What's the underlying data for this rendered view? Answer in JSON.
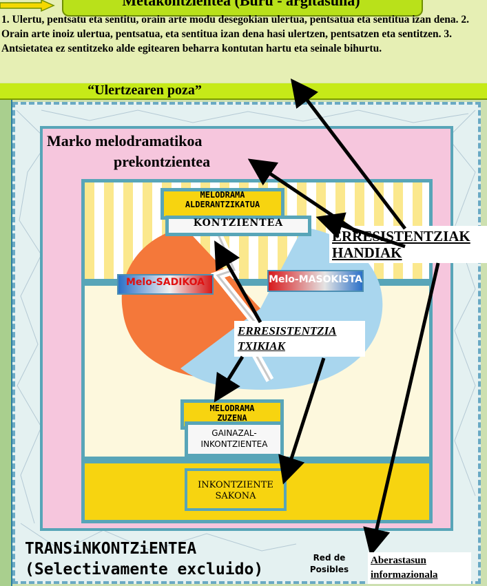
{
  "header": {
    "title": "Metakontzientea (Buru - argitasuna)",
    "description": "1. Ulertu, pentsatu eta sentitu, orain arte modu desegokian ulertua, pentsatua eta sentitua izan dena. 2. Orain arte inoiz ulertua, pentsatua, eta sentitua izan dena hasi ulertzen, pentsatzen eta sentitzen. 3. Antsietatea ez sentitzeko alde egitearen beharra kontutan hartu eta seinale bihurtu."
  },
  "pose_label": "“Ulertzearen poza”",
  "layers": {
    "marko_line1": "Marko melodramatikoa",
    "marko_line2": "prekontzientea",
    "mel_top_line1": "MELODRAMA",
    "mel_top_line2": "ALDERANTZIKATUA",
    "kontzientea": "KONTZIENTEA",
    "zuzena_line1": "MELODRAMA",
    "zuzena_line2": "ZUZENA",
    "gain_line1": "GAINAZAL-",
    "gain_line2": "INKONTZIENTEA",
    "ink_line1": "INKONTZIENTE",
    "ink_line2": "SAKONA"
  },
  "melo": {
    "sadikoa": "Melo-SADIKOA",
    "masokista": "Melo-MASOKISTA"
  },
  "resistances": {
    "small_line1": "ERRESISTENTZIA",
    "small_line2": "TXIKIAK",
    "big_line1": "ERRESISTENTZIAK",
    "big_line2": "HANDIAK"
  },
  "footer": {
    "trans_line1": "TRANSiNKONTZiENTEA",
    "trans_line2": "(Selectivamente excluido)",
    "red_line1": "Red de",
    "red_line2": "Posibles",
    "aber_line1": "Aberastasun",
    "aber_line2": "informazionala"
  },
  "colors": {
    "title_green": "#b9e11a",
    "pink": "#f6c6dd",
    "teal_border": "#58a5b8",
    "yellow": "#f7d410",
    "orange": "#f4783a",
    "light_blue": "#a9d6ee"
  }
}
